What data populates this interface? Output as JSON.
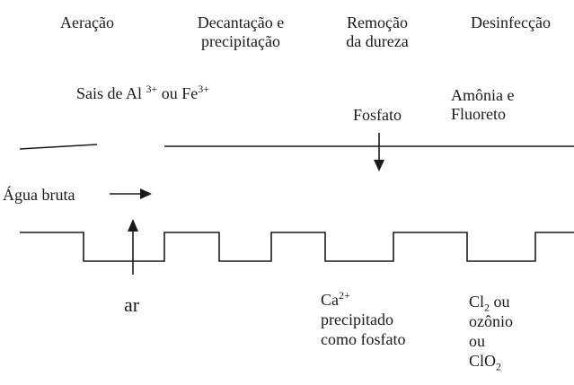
{
  "stages": {
    "aeracao": "Aeração",
    "decantacao_1": "Decantação e",
    "decantacao_2": "precipitação",
    "remocao_1": "Remoção",
    "remocao_2": "da dureza",
    "desinfeccao": "Desinfecção"
  },
  "reagents": {
    "sais_prefix": "Sais de Al",
    "sais_al_charge": "3+",
    "sais_ou": " ou Fe",
    "sais_fe_charge": "3+",
    "fosfato": "Fosfato",
    "amonia_1": "Amônia e",
    "amonia_2": "Fluoreto"
  },
  "inputs": {
    "agua_bruta": "Água bruta",
    "ar": "ar"
  },
  "outputs": {
    "ca_symbol": "Ca",
    "ca_charge": "2+",
    "ca_line2": "precipitado",
    "ca_line3": "como fosfato",
    "cl_symbol": "Cl",
    "cl_sub": "2",
    "cl_ou": " ou",
    "ozonio": "ozônio",
    "ou": "ou",
    "clo_symbol": "ClO",
    "clo_sub": "2"
  }
}
